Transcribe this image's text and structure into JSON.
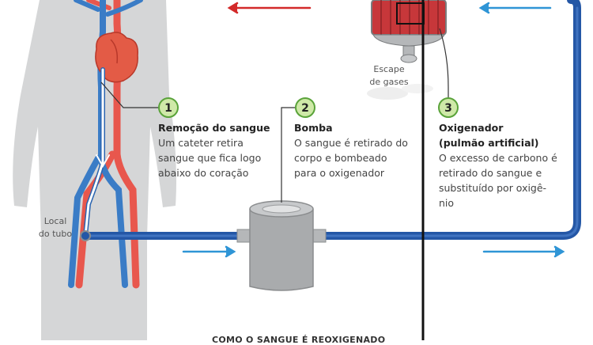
{
  "steps": [
    {
      "number": "1",
      "title": "Remoção do sangue",
      "lines": [
        "Um cateter retira",
        "sangue que fica logo",
        "abaixo do coração"
      ]
    },
    {
      "number": "2",
      "title": "Bomba",
      "lines": [
        "O sangue é retirado do",
        "corpo e bombeado",
        "para o oxigenador"
      ]
    },
    {
      "number": "3",
      "title_lines": [
        "Oxigenador",
        "(pulmão artificial)"
      ],
      "lines": [
        "O excesso de carbono é",
        "retirado do sangue e",
        "substituído por oxigê-",
        "nio"
      ]
    }
  ],
  "labels": {
    "tube_site": [
      "Local",
      "do tubo"
    ],
    "gas_escape": [
      "Escape",
      "de gases"
    ]
  },
  "bottom_caption": "COMO O SANGUE É REOXIGENADO",
  "colors": {
    "body": "#d5d6d7",
    "vein": "#3a7cc6",
    "artery": "#e8574d",
    "tube": "#2457a6",
    "badge_fill": "#cfe9a8",
    "badge_stroke": "#5aa33a",
    "flow_arrow_blue": "#2f95d6",
    "flow_arrow_red": "#d32a2a",
    "heart": "#e35b46",
    "pump": "#a9abad",
    "oxygenator_core": "#c7373a"
  }
}
